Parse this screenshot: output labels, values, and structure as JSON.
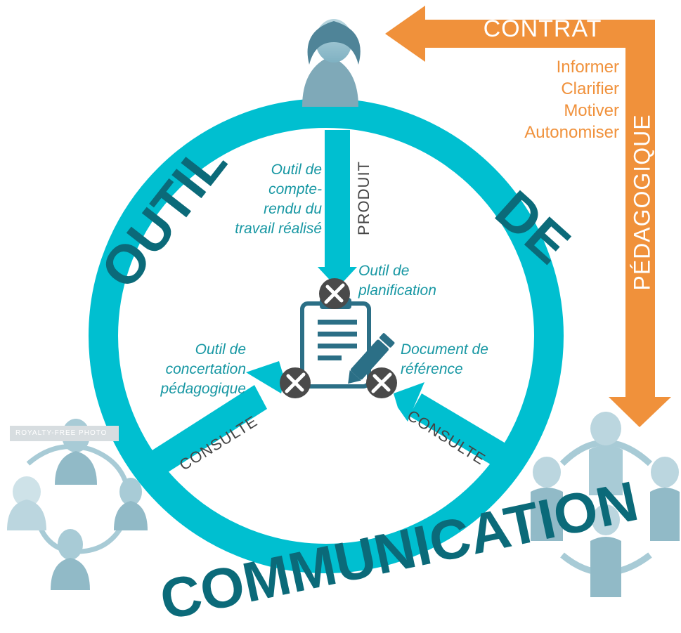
{
  "ring": {
    "word_left": "OUTIL",
    "word_right": "DE",
    "word_bottom": "COMMUNICATION"
  },
  "contract_arrow": {
    "title": "CONTRAT",
    "vertical_label": "PÉDAGOGIQUE",
    "items": [
      "Informer",
      "Clarifier",
      "Motiver",
      "Autonomiser"
    ]
  },
  "spokes": {
    "top_label": "PRODUIT",
    "left_label": "CONSULTE",
    "right_label": "CONSULTE"
  },
  "tools": {
    "top_left": [
      "Outil de",
      "compte-",
      "rendu du",
      "travail réalisé"
    ],
    "center_top": [
      "Outil de",
      "planification"
    ],
    "left": [
      "Outil de",
      "concertation",
      "pédagogique"
    ],
    "right": [
      "Document de",
      "référence"
    ]
  },
  "watermark": "ROYALTY-FREE PHOTO",
  "colors": {
    "ring": "#00bfd0",
    "arrow": "#f0913b",
    "label_teal": "#1797a3",
    "ring_text": "#0b6a79",
    "person": "#9fc6d2"
  },
  "icons": [
    "teacher-person-icon",
    "students-group-left-icon",
    "teachers-group-right-icon",
    "document-edit-icon",
    "tools-icon"
  ]
}
